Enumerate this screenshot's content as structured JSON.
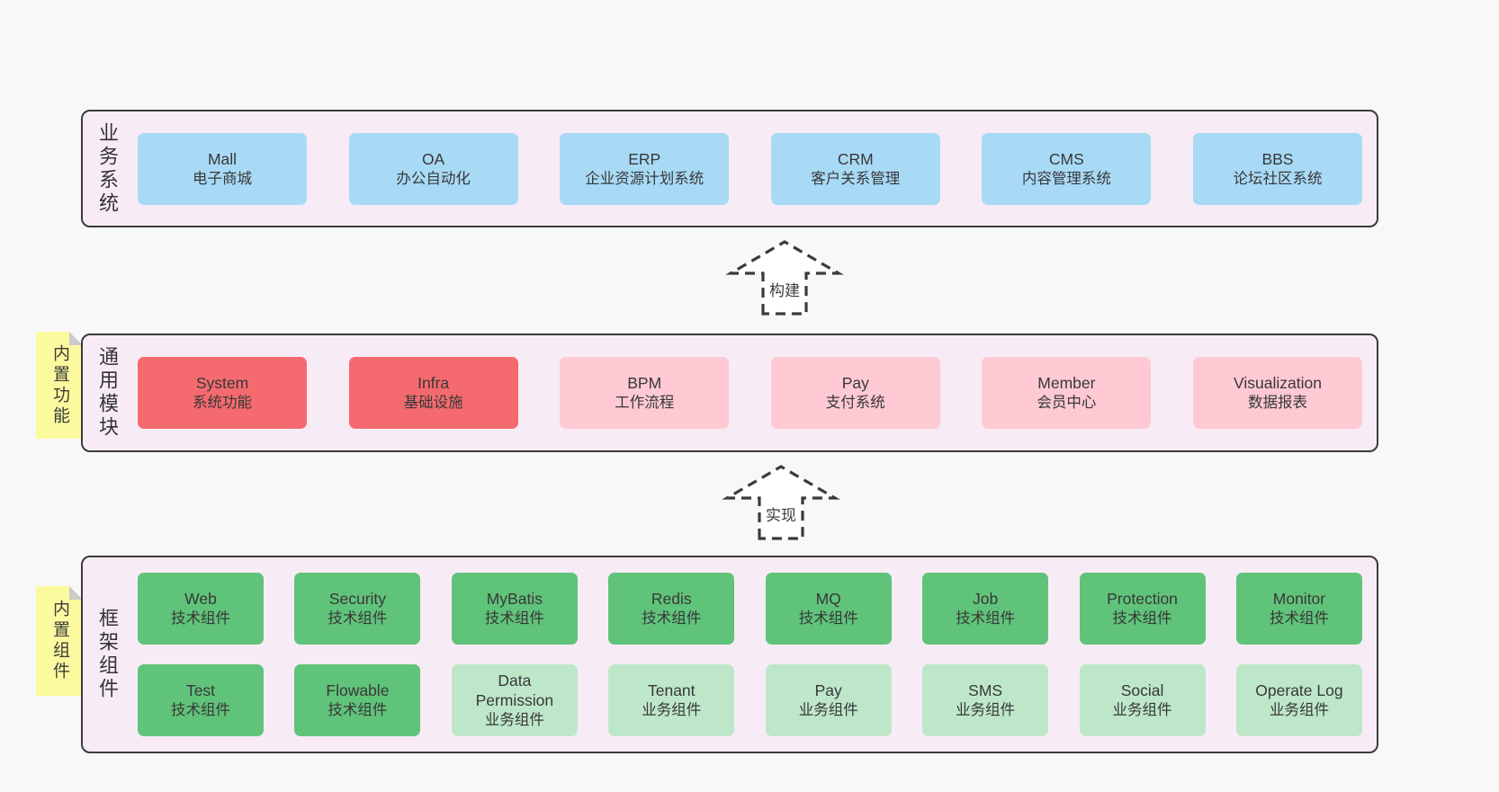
{
  "colors": {
    "page_bg": "#f8f8f8",
    "panel_bg": "#f7ecf5",
    "panel_border": "#3b3b3b",
    "box_blue": "#a8daf6",
    "box_red": "#f56a6f",
    "box_pink": "#fec9d3",
    "box_green_dark": "#60c37a",
    "box_green_light": "#bee7ca",
    "sticky_yellow": "#fbfa9e",
    "sticky_fold_gray": "#cbcbcb",
    "text": "#383838"
  },
  "arrows": [
    {
      "label": "构建"
    },
    {
      "label": "实现"
    }
  ],
  "panels": [
    {
      "label": "业务系统",
      "rows": [
        [
          {
            "name": "Mall",
            "sub": "电子商城"
          },
          {
            "name": "OA",
            "sub": "办公自动化"
          },
          {
            "name": "ERP",
            "sub": "企业资源计划系统"
          },
          {
            "name": "CRM",
            "sub": "客户关系管理"
          },
          {
            "name": "CMS",
            "sub": "内容管理系统"
          },
          {
            "name": "BBS",
            "sub": "论坛社区系统"
          }
        ]
      ]
    },
    {
      "label": "通用模块",
      "sticky": "内置功能",
      "rows": [
        [
          {
            "name": "System",
            "sub": "系统功能"
          },
          {
            "name": "Infra",
            "sub": "基础设施"
          },
          {
            "name": "BPM",
            "sub": "工作流程"
          },
          {
            "name": "Pay",
            "sub": "支付系统"
          },
          {
            "name": "Member",
            "sub": "会员中心"
          },
          {
            "name": "Visualization",
            "sub": "数据报表"
          }
        ]
      ]
    },
    {
      "label": "框架组件",
      "sticky": "内置组件",
      "rows": [
        [
          {
            "name": "Web",
            "sub": "技术组件"
          },
          {
            "name": "Security",
            "sub": "技术组件"
          },
          {
            "name": "MyBatis",
            "sub": "技术组件"
          },
          {
            "name": "Redis",
            "sub": "技术组件"
          },
          {
            "name": "MQ",
            "sub": "技术组件"
          },
          {
            "name": "Job",
            "sub": "技术组件"
          },
          {
            "name": "Protection",
            "sub": "技术组件"
          },
          {
            "name": "Monitor",
            "sub": "技术组件"
          }
        ],
        [
          {
            "name": "Test",
            "sub": "技术组件"
          },
          {
            "name": "Flowable",
            "sub": "技术组件"
          },
          {
            "name": "Data Permission",
            "sub": "业务组件"
          },
          {
            "name": "Tenant",
            "sub": "业务组件"
          },
          {
            "name": "Pay",
            "sub": "业务组件"
          },
          {
            "name": "SMS",
            "sub": "业务组件"
          },
          {
            "name": "Social",
            "sub": "业务组件"
          },
          {
            "name": "Operate Log",
            "sub": "业务组件"
          }
        ]
      ]
    }
  ]
}
